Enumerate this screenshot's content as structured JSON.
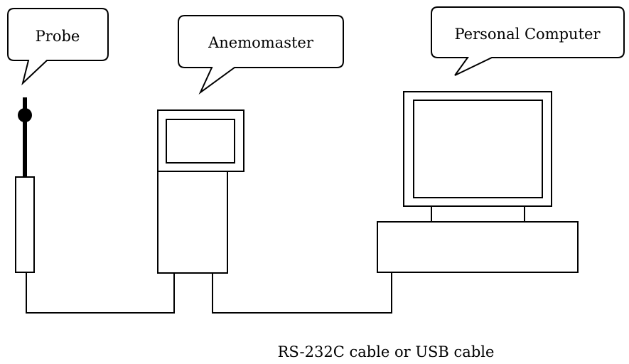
{
  "callouts": {
    "probe": "Probe",
    "anemomaster": "Anemomaster",
    "computer": "Personal Computer"
  },
  "caption": "RS-232C cable or USB cable"
}
